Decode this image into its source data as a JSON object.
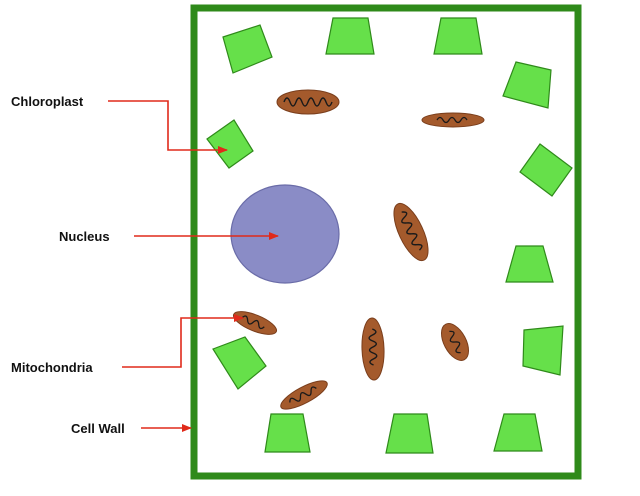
{
  "labels": {
    "chloroplast": "Chloroplast",
    "nucleus": "Nucleus",
    "mitochondria": "Mitochondria",
    "cell_wall": "Cell Wall"
  },
  "colors": {
    "cell_wall": "#2f8a1a",
    "chloroplast_fill": "#66e04a",
    "chloroplast_stroke": "#2f8a1a",
    "nucleus_fill": "#8a8cc6",
    "nucleus_stroke": "#6a6ca8",
    "mitochondria_fill": "#a45a2c",
    "mitochondria_stroke": "#7a3e1c",
    "mitochondria_crista": "#1a1a1a",
    "arrow": "#e02a1a",
    "label_text": "#111111"
  }
}
